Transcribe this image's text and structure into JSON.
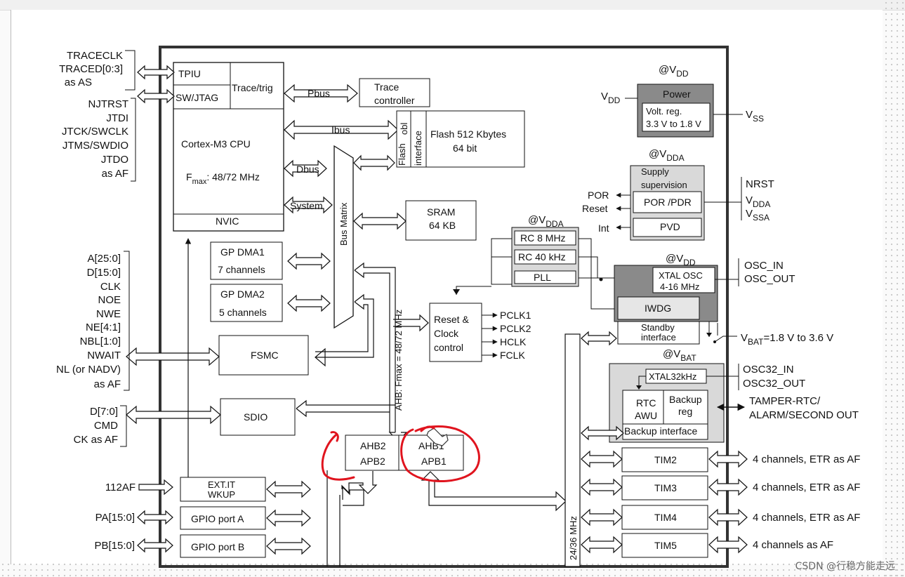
{
  "chip": {
    "tpiu": "TPIU",
    "swjtag": "SW/JTAG",
    "trace_trig": "Trace/trig",
    "cpu_name": "Cortex-M3 CPU",
    "cpu_fmax_prefix": "F",
    "cpu_fmax_sub": "max",
    "cpu_fmax_value": ": 48/72 MHz",
    "nvic": "NVIC",
    "pbus": "Pbus",
    "trace_controller_line1": "Trace",
    "trace_controller_line2": "controller",
    "ibus": "Ibus",
    "dbus": "Dbus",
    "system": "System",
    "flash_obl_line1": "Flash",
    "flash_obl_line2": "obl",
    "flash_interface": "interface",
    "flash_size": "Flash 512 Kbytes",
    "flash_width": "64 bit",
    "bus_matrix": "Bus Matrix",
    "sram_line1": "SRAM",
    "sram_line2": "64 KB",
    "dma1_line1": "GP DMA1",
    "dma1_line2": "7 channels",
    "dma2_line1": "GP DMA2",
    "dma2_line2": "5 channels",
    "fsmc": "FSMC",
    "sdio": "SDIO",
    "ahb_label": "AHB: Fmax = 48/72 MHz",
    "reset_clock_line1": "Reset &",
    "reset_clock_line2": "Clock",
    "reset_clock_line3": "control",
    "clocks": [
      "PCLK1",
      "PCLK2",
      "HCLK",
      "FCLK"
    ],
    "ahb2": "AHB2",
    "apb2": "APB2",
    "ahb1": "AHB1",
    "apb1": "APB1",
    "exti_line1": "EXT.IT",
    "exti_line2": "WKUP",
    "gpio_a": "GPIO port A",
    "gpio_b": "GPIO port B",
    "apb1_freq": "24/36 MHz"
  },
  "power": {
    "vdd_at": "@V",
    "vdd_at_sub": "DD",
    "power_title": "Power",
    "volt_reg_line1": "Volt. reg.",
    "volt_reg_line2": "3.3 V to 1.8 V",
    "vdd_left": "V",
    "vdd_left_sub": "DD",
    "vss": "V",
    "vss_sub": "SS",
    "vdda_at": "@V",
    "vdda_at_sub": "DDA",
    "supply_line1": "Supply",
    "supply_line2": "supervision",
    "por_pdr": "POR /PDR",
    "pvd": "PVD",
    "por": "POR",
    "reset": "Reset",
    "int": "Int",
    "nrst": "NRST",
    "vdda_pin": "V",
    "vdda_pin_sub": "DDA",
    "vssa_pin": "V",
    "vssa_pin_sub": "SSA",
    "rc_at": "@V",
    "rc_at_sub": "DDA",
    "rc8": "RC 8 MHz",
    "rc40": "RC 40 kHz",
    "pll": "PLL",
    "xtal_at": "@V",
    "xtal_at_sub": "DD",
    "xtal_line1": "XTAL OSC",
    "xtal_line2": "4-16 MHz",
    "osc_in": "OSC_IN",
    "osc_out": "OSC_OUT",
    "iwdg": "IWDG",
    "standby_line1": "Standby",
    "standby_line2": "interface",
    "vbat_label": "V",
    "vbat_sub": "BAT",
    "vbat_range": "=1.8 V to 3.6 V",
    "vbat_at": "@V",
    "vbat_at_sub": "BAT",
    "xtal32": "XTAL32kHz",
    "osc32_in": "OSC32_IN",
    "osc32_out": "OSC32_OUT",
    "rtc_line1": "RTC",
    "rtc_line2": "AWU",
    "backup_reg_line1": "Backup",
    "backup_reg_line2": "reg",
    "backup_interface": "Backup interface",
    "tamper_line1": "TAMPER-RTC/",
    "tamper_line2": "ALARM/SECOND OUT"
  },
  "timers": [
    {
      "name": "TIM2",
      "pins": "4 channels, ETR as AF"
    },
    {
      "name": "TIM3",
      "pins": "4 channels, ETR as AF"
    },
    {
      "name": "TIM4",
      "pins": "4 channels, ETR as AF"
    },
    {
      "name": "TIM5",
      "pins": "4 channels as AF"
    }
  ],
  "pins_left": {
    "trace": [
      "TRACECLK",
      "TRACED[0:3]",
      "as AS"
    ],
    "jtag": [
      "NJTRST",
      "JTDI",
      "JTCK/SWCLK",
      "JTMS/SWDIO",
      "JTDO",
      "as AF"
    ],
    "fsmc": [
      "A[25:0]",
      "D[15:0]",
      "CLK",
      "NOE",
      "NWE",
      "NE[4:1]",
      "NBL[1:0]",
      "NWAIT",
      "NL (or NADV)",
      "as AF"
    ],
    "sdio": [
      "D[7:0]",
      "CMD",
      "CK as AF"
    ],
    "exti": "112AF",
    "pa": "PA[15:0]",
    "pb": "PB[15:0]"
  },
  "watermark": "CSDN @行稳方能走远",
  "colors": {
    "annotation": "#e0141e",
    "box_gray": "#d9d9d9",
    "box_dark": "#8a8a8a"
  }
}
